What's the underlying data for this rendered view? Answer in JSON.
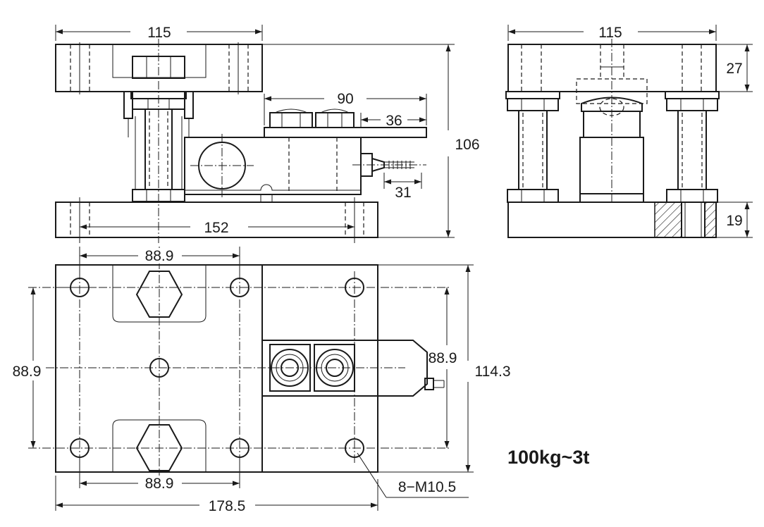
{
  "dimensions": {
    "front_width": "115",
    "side_width": "115",
    "front_height": "106",
    "front_base_length": "152",
    "cell_length": "90",
    "cell_offset": "36",
    "cable_length": "31",
    "side_top_thickness": "27",
    "side_base_thickness": "19",
    "plan_top_spacing": "88.9",
    "plan_bottom_spacing": "88.9",
    "plan_left_spacing": "88.9",
    "plan_right_spacing": "88.9",
    "plan_overall_height": "114.3",
    "plan_overall_width": "178.5",
    "hole_callout": "8−M10.5"
  },
  "capacity_label": "100kg~3t"
}
